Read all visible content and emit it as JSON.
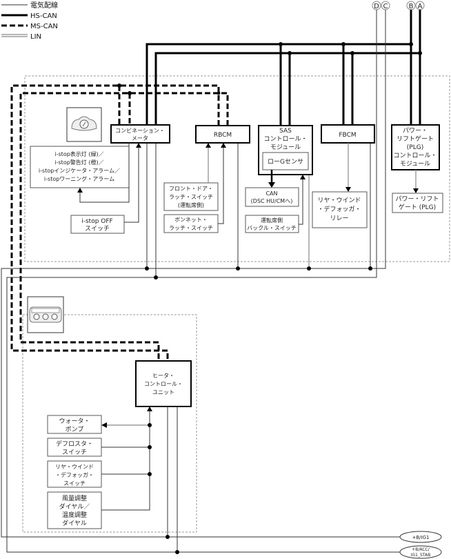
{
  "legend": [
    {
      "label": "電気配線",
      "style": "wire"
    },
    {
      "label": "HS-CAN",
      "style": "hs-can"
    },
    {
      "label": "MS-CAN",
      "style": "ms-can"
    },
    {
      "label": "LIN",
      "style": "lin"
    }
  ],
  "connectors": {
    "D": "D",
    "C": "C",
    "B": "B",
    "A": "A"
  },
  "modules": {
    "meter": {
      "lines": [
        "コンビネーション・",
        "メータ"
      ],
      "icon": "instrument-cluster-icon"
    },
    "istop_lamps": {
      "lines": [
        "i-stop表示灯 (緑)／",
        "i-stop警告灯 (橙)／",
        "i-stopインジケータ・アラーム／",
        "i-stopワーニング・アラーム"
      ]
    },
    "istop_off": {
      "lines": [
        "i-stop OFF",
        "スイッチ"
      ]
    },
    "rbcm": {
      "label": "RBCM"
    },
    "front_door_latch": {
      "lines": [
        "フロント・ドア・",
        "ラッチ・スイッチ",
        "(運転席側)"
      ]
    },
    "bonnet_latch": {
      "lines": [
        "ボンネット・",
        "ラッチ・スイッチ"
      ]
    },
    "sas": {
      "lines": [
        "SAS",
        "コントロール・",
        "モジュール"
      ],
      "inner": "ローGセンサ"
    },
    "can_out": {
      "lines": [
        "CAN",
        "(DSC HU/CMへ)"
      ]
    },
    "buckle": {
      "lines": [
        "運転席側",
        "バックル・スイッチ"
      ]
    },
    "fbcm": {
      "label": "FBCM"
    },
    "defogger_relay": {
      "lines": [
        "リヤ・ウインド",
        "・デフォッガ・",
        "リレー"
      ]
    },
    "plg_module": {
      "lines": [
        "パワー・",
        "リフトゲート",
        "(PLG)",
        "コントロール・",
        "モジュール"
      ]
    },
    "plg": {
      "lines": [
        "パワー・リフト",
        "ゲート (PLG)"
      ]
    },
    "heater": {
      "lines": [
        "ヒータ・",
        "コントロール・",
        "ユニット"
      ],
      "icon": "climate-control-panel-icon"
    },
    "water_pump": {
      "lines": [
        "ウォータ・",
        "ポンプ"
      ]
    },
    "defroster_switch": {
      "lines": [
        "デフロスタ・",
        "スイッチ"
      ]
    },
    "defogger_switch": {
      "lines": [
        "リヤ・ウインド",
        "・デフォッガ・",
        "スイッチ"
      ]
    },
    "dials": {
      "lines": [
        "風量調整",
        "ダイヤル／",
        "温度調整",
        "ダイヤル"
      ]
    }
  },
  "power": {
    "ig1": "+B/IG1",
    "acc": [
      "+B/ACC/",
      "IG1_STAB"
    ]
  }
}
